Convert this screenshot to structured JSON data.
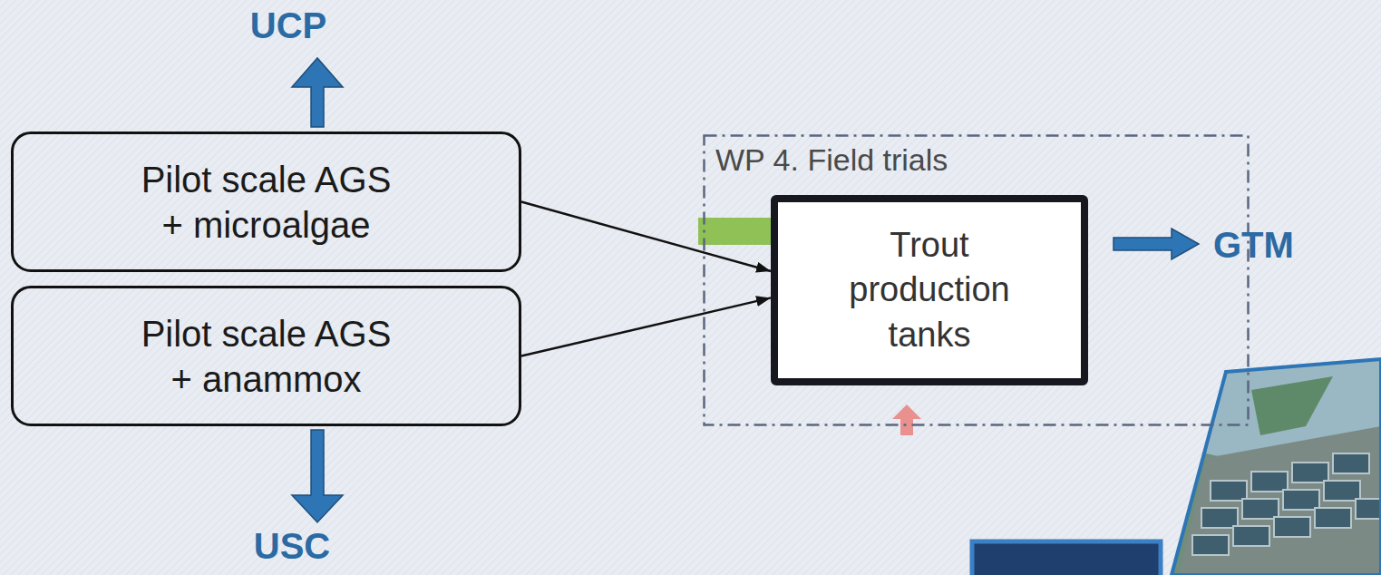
{
  "diagram": {
    "nodes": [
      {
        "text": [
          "Pilot scale AGS + microalgae"
        ]
      },
      {
        "text": [
          "Pilot scale AGS + anammox"
        ]
      },
      {
        "text": [
          "WP 4. Field trials"
        ]
      },
      {
        "text": [
          "Trout production tanks"
        ],
        "in": 2
      }
    ],
    "edges": [
      {
        "from": 0,
        "to": 3,
        "arrow": "to"
      },
      {
        "from": 1,
        "to": 3,
        "arrow": "to"
      }
    ],
    "labels": [
      "UCP",
      "USC",
      "GTM"
    ]
  }
}
